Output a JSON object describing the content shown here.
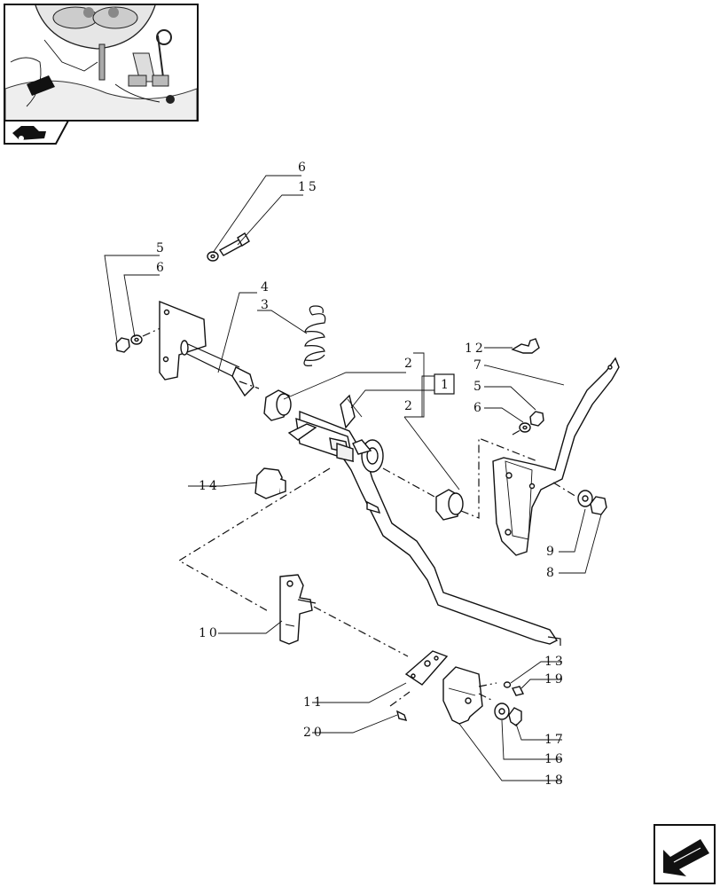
{
  "labels": {
    "l1": "1",
    "l2a": "2",
    "l2b": "2",
    "l3": "3",
    "l4": "4",
    "l5a": "5",
    "l5b": "5",
    "l6a": "6",
    "l6b": "6",
    "l6c": "6",
    "l7": "7",
    "l8": "8",
    "l9": "9",
    "l10": "10",
    "l11": "11",
    "l12": "12",
    "l13": "13",
    "l14": "14",
    "l15": "15",
    "l16": "16",
    "l17": "17",
    "l18": "18",
    "l19": "19",
    "l20": "20"
  },
  "icons": {
    "thumbnail": "tractor-pedal-location-thumbnail",
    "group": "tractor-group-icon",
    "next": "next-page-arrow-icon"
  }
}
